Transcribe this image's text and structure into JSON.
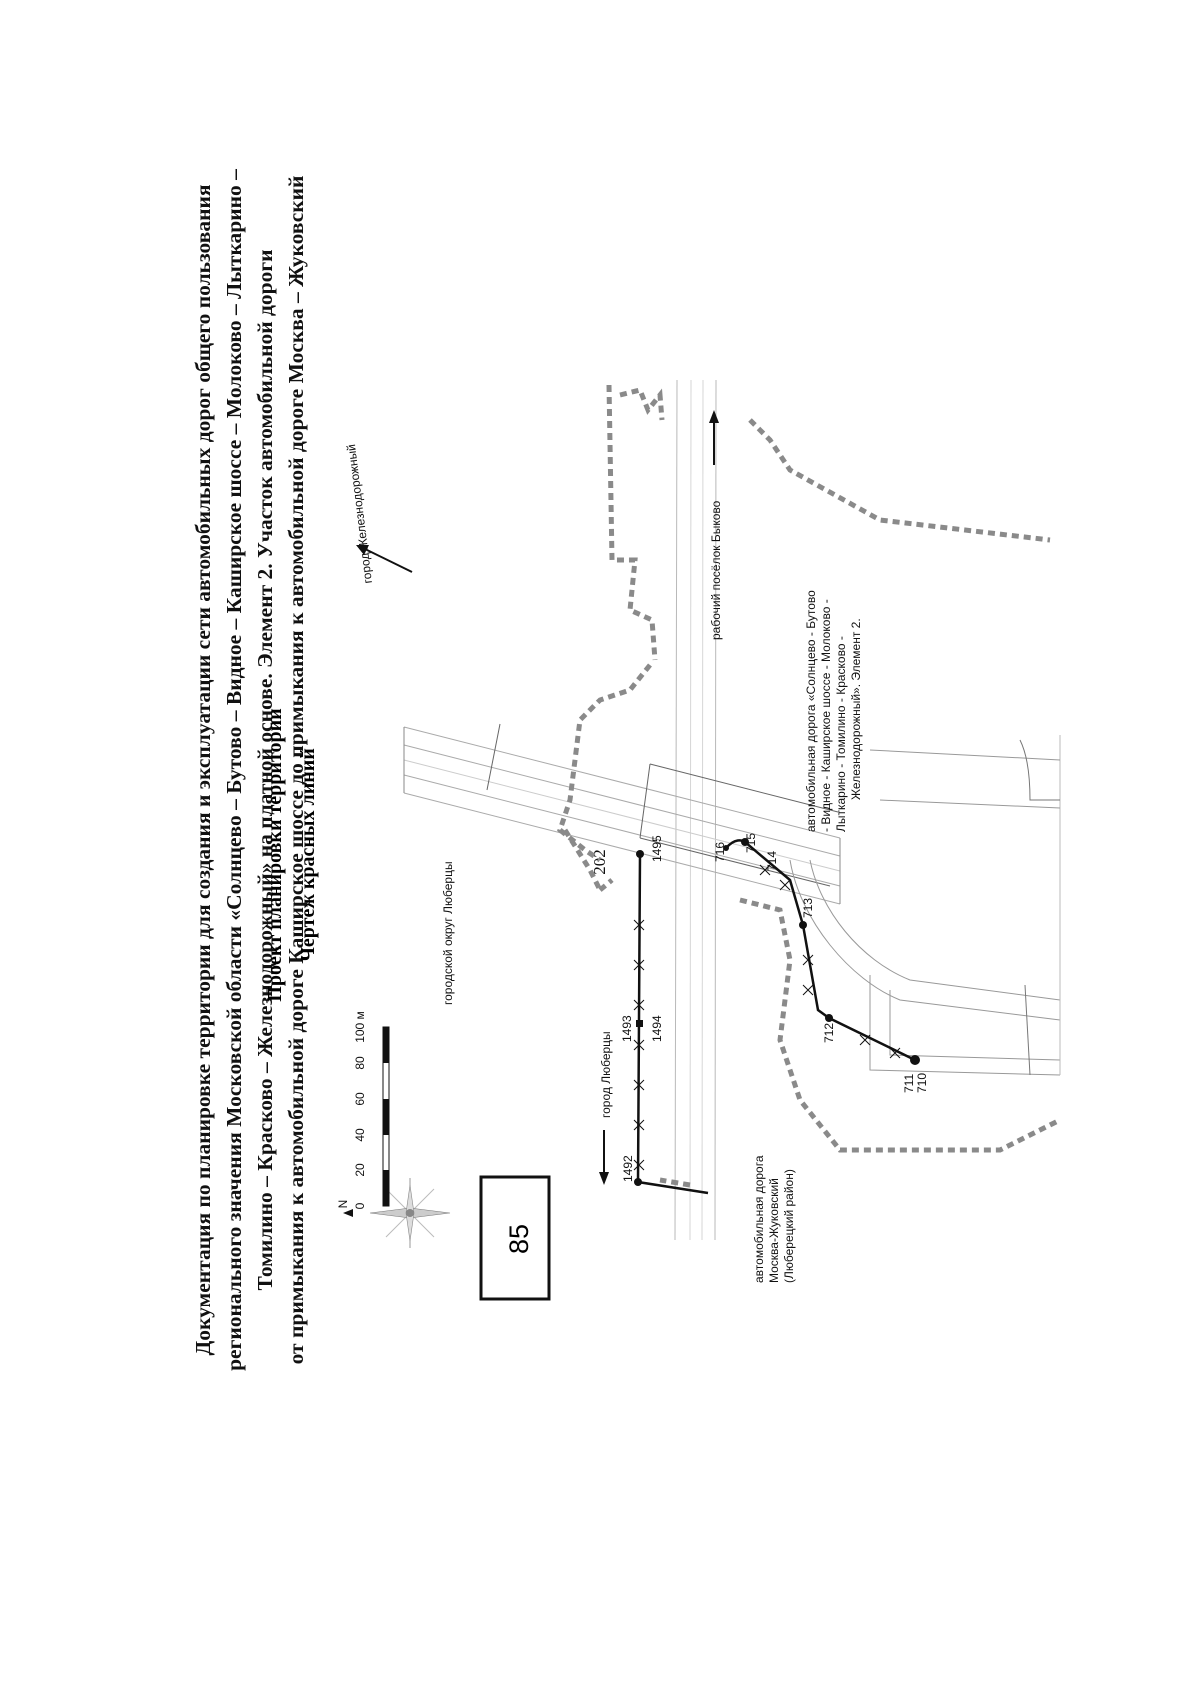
{
  "page_number": "202",
  "title_lines": [
    "Документация по планировке территории для создания и эксплуатации сети автомобильных дорог общего пользования",
    "регионального значения Московской области «Солнцево – Бутово – Видное – Каширское шоссе – Молоково – Лыткарино –",
    "Томилино – Красково – Железнодорожный» на платной основе. Элемент 2. Участок автомобильной дороги",
    "от примыкания к автомобильной дороге Каширское шоссе до примыкания к автомобильной дороге Москва – Жуковский"
  ],
  "project_title": "Проект планировки территории",
  "drawing_title": "Чертеж красных линий",
  "sheet_number": "85",
  "compass_label": "N",
  "scale": {
    "ticks": [
      "0",
      "20",
      "40",
      "60",
      "80",
      "100 м"
    ]
  },
  "labels": {
    "district": "городской округ Люберцы",
    "city": "город Люберцы",
    "zhel_city": "город Железнодорожный",
    "bykovo": "рабочий посёлок Быково",
    "road_mz_lines": [
      "автомобильная дорога",
      "Москва-Жуковский",
      "(Люберецкий район)"
    ],
    "road_main_lines": [
      "автомобильная дорога «Солнцево - Бутово",
      "- Видное - Каширское шоссе - Молоково -",
      "Лыткарино  -  Томилино  -  Красково  -",
      "Железнодорожный». Элемент 2."
    ]
  },
  "points": {
    "p710": "710",
    "p711": "711",
    "p712": "712",
    "p713": "713",
    "p714": "714",
    "p715": "715",
    "p716": "716",
    "p1492": "1492",
    "p1493": "1493",
    "p1494": "1494",
    "p1495": "1495"
  }
}
